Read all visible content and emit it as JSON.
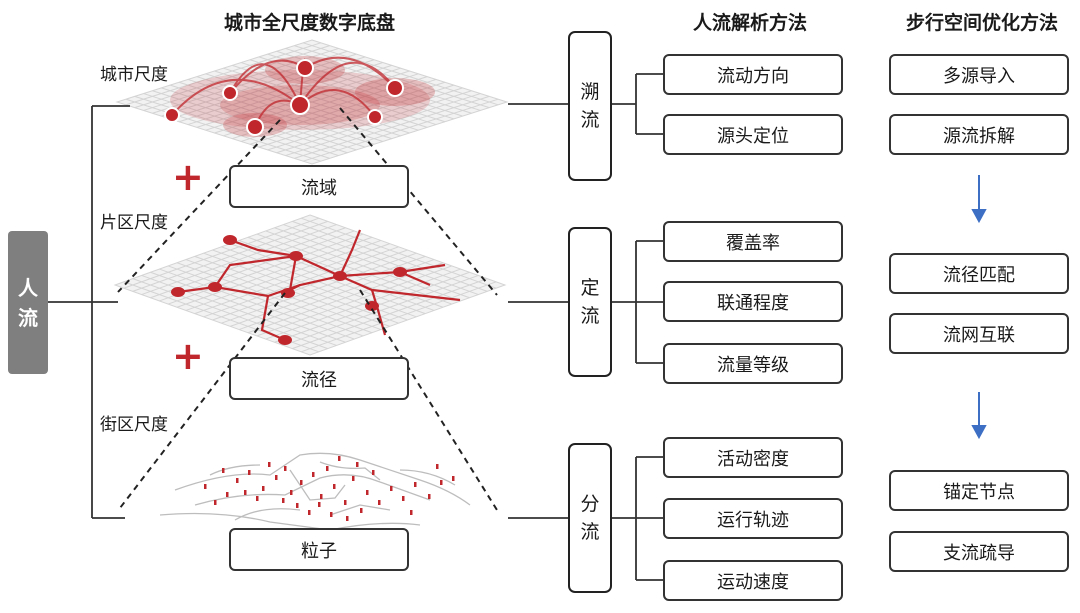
{
  "titles": {
    "base": "城市全尺度数字底盘",
    "analysis": "人流解析方法",
    "optimization": "步行空间优化方法"
  },
  "root": [
    "人",
    "流"
  ],
  "scales": [
    {
      "label": "城市尺度",
      "box": "流域"
    },
    {
      "label": "片区尺度",
      "box": "流径"
    },
    {
      "label": "街区尺度",
      "box": "粒子"
    }
  ],
  "plus_sign": "+",
  "analysis_groups": [
    {
      "head": [
        "溯",
        "流"
      ],
      "items": [
        "流动方向",
        "源头定位"
      ]
    },
    {
      "head": [
        "定",
        "流"
      ],
      "items": [
        "覆盖率",
        "联通程度",
        "流量等级"
      ]
    },
    {
      "head": [
        "分",
        "流"
      ],
      "items": [
        "活动密度",
        "运行轨迹",
        "运动速度"
      ]
    }
  ],
  "optimization_items": [
    "多源导入",
    "源流拆解",
    "流径匹配",
    "流网互联",
    "锚定节点",
    "支流疏导"
  ],
  "colors": {
    "accent": "#c0272d",
    "arrow": "#3d6fc4",
    "root_bg": "#7f7f7f",
    "grid": "#d4d4d4"
  }
}
